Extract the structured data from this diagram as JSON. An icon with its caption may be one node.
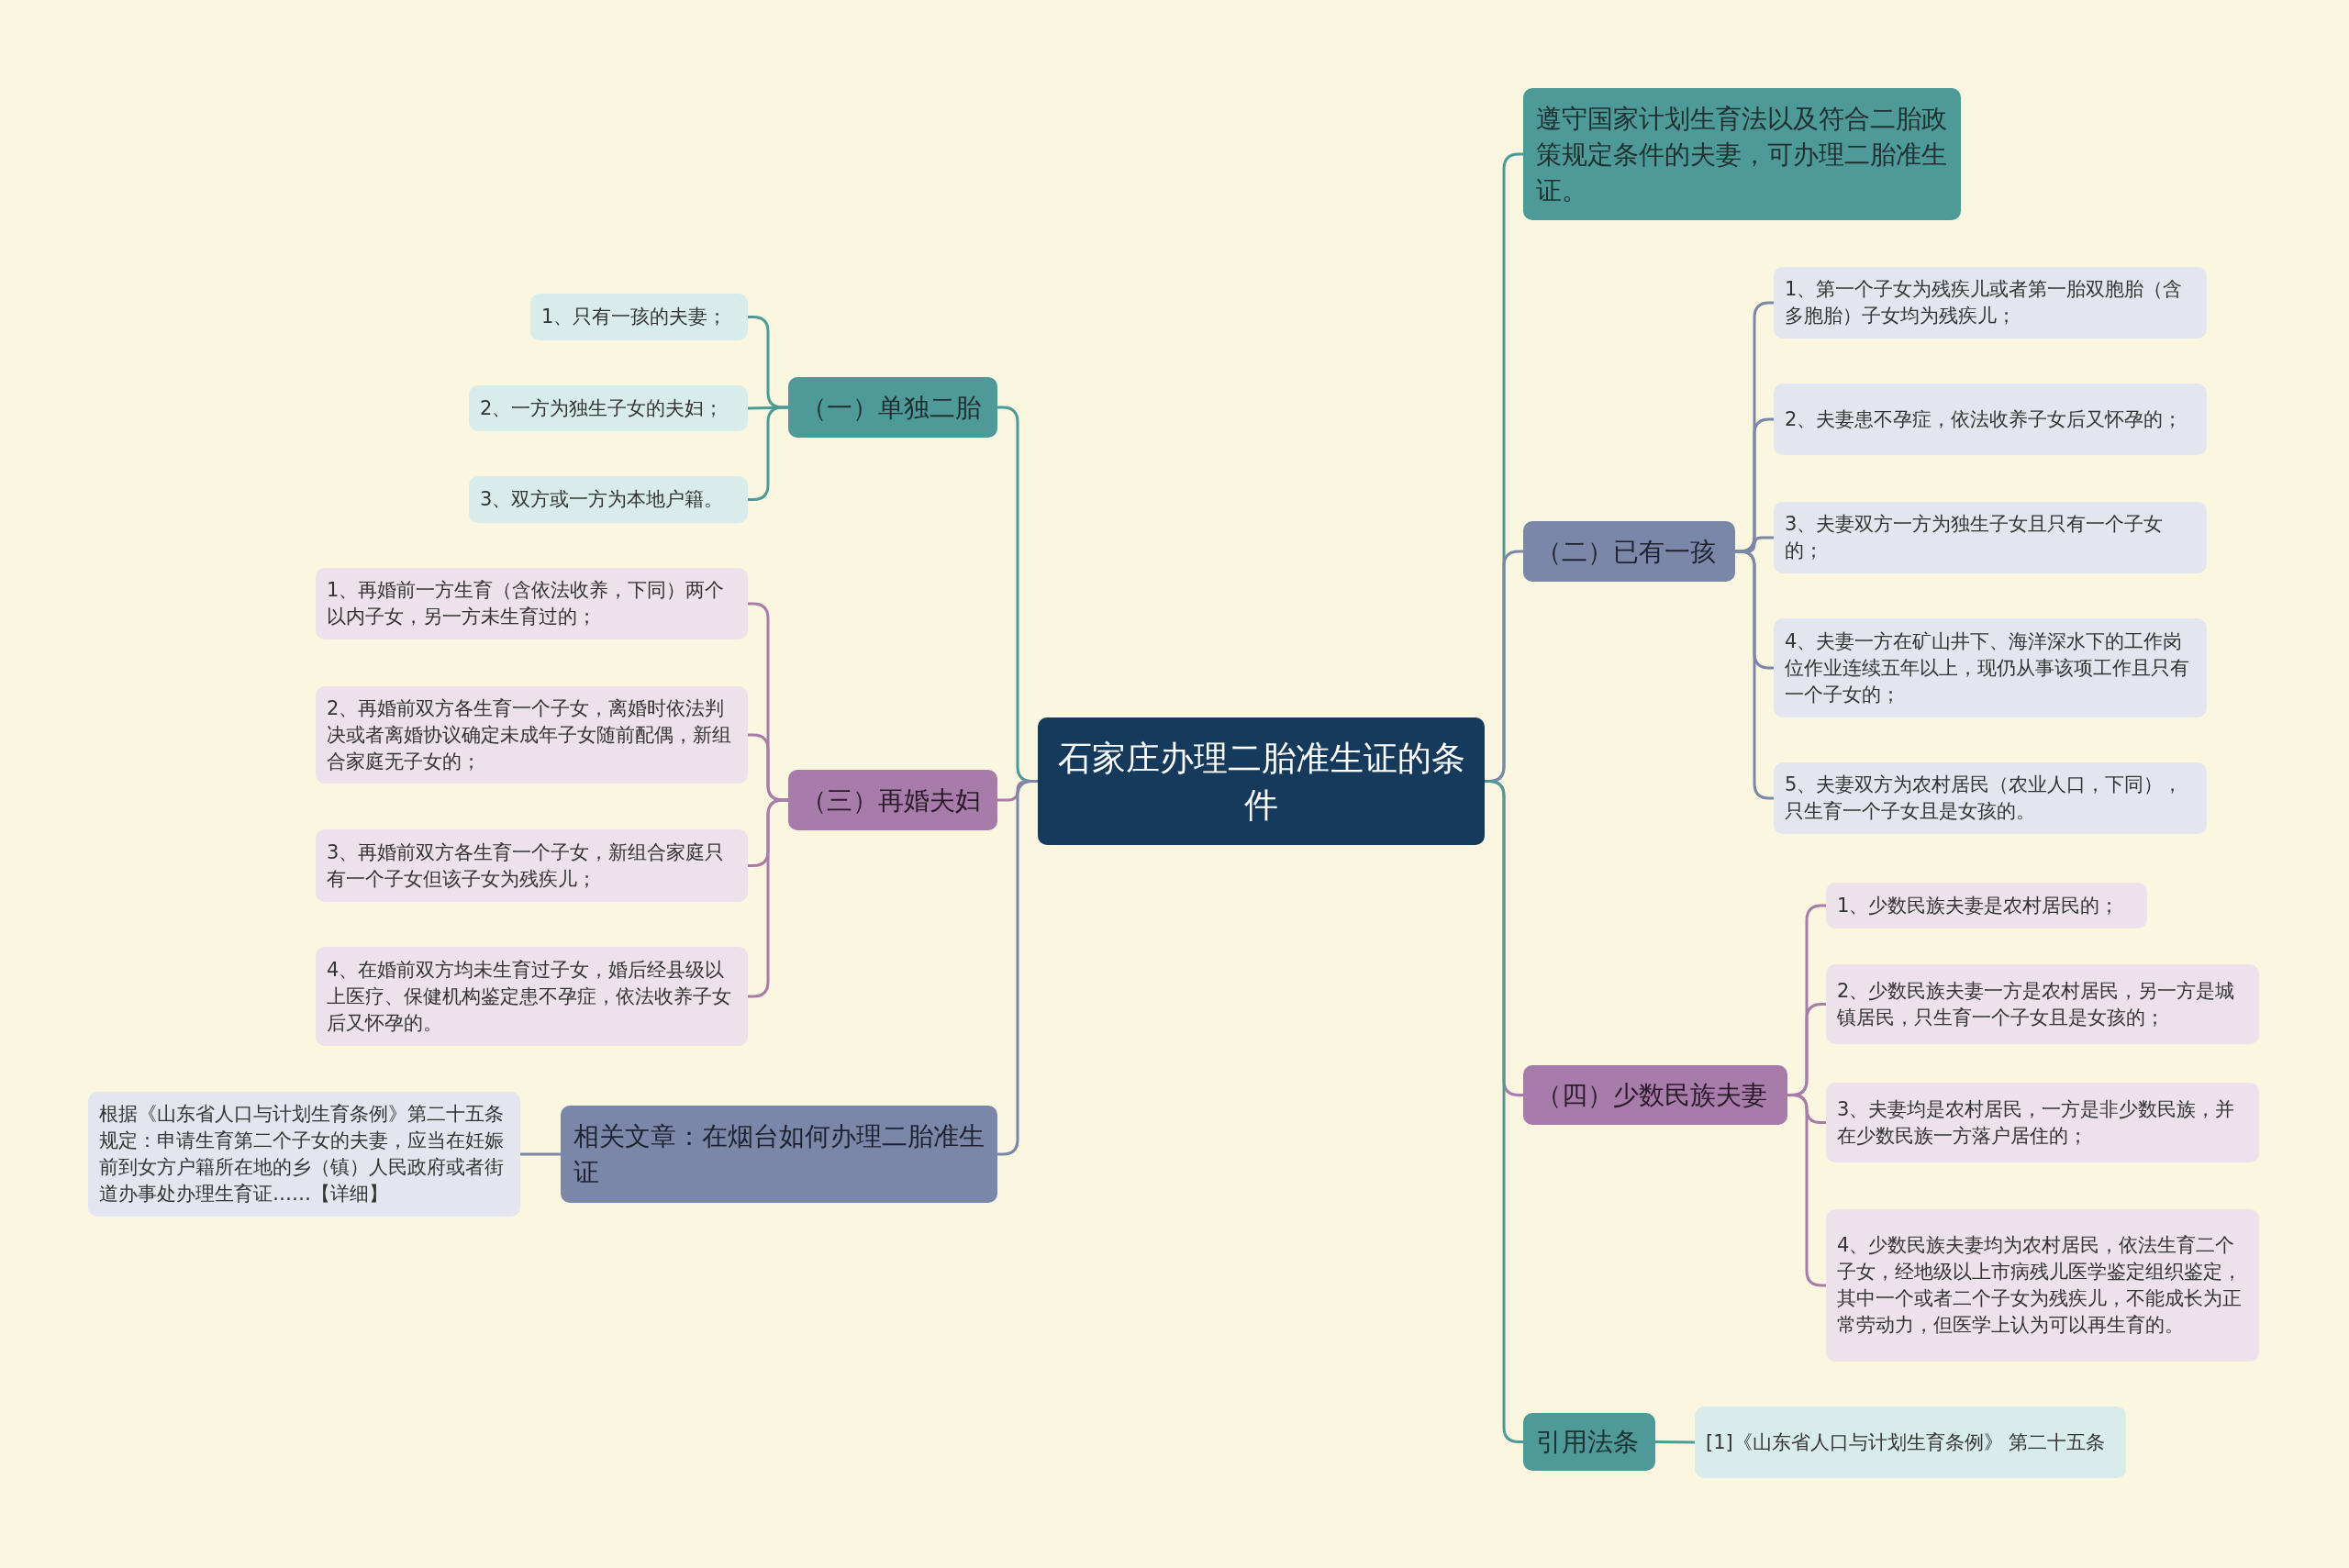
{
  "diagram": {
    "nodes": [
      {
        "text": [
          "石家庄办理二胎准生证的条件"
        ]
      },
      {
        "text": [
          "（一）单独二胎"
        ]
      },
      {
        "text": [
          "1、只有一孩的夫妻；"
        ]
      },
      {
        "text": [
          "2、一方为独生子女的夫妇；"
        ]
      },
      {
        "text": [
          "3、双方或一方为本地户籍。"
        ]
      },
      {
        "text": [
          "（三）再婚夫妇"
        ]
      },
      {
        "text": [
          "1、再婚前一方生育（含依法收养，下同）两个以内子女，另一方未生育过的；"
        ]
      },
      {
        "text": [
          "2、再婚前双方各生育一个子女，离婚时依法判决或者离婚协议确定未成年子女随前配偶，新组合家庭无子女的；"
        ]
      },
      {
        "text": [
          "3、再婚前双方各生育一个子女，新组合家庭只有一个子女但该子女为残疾儿；"
        ]
      },
      {
        "text": [
          "4、在婚前双方均未生育过子女，婚后经县级以上医疗、保健机构鉴定患不孕症，依法收养子女后又怀孕的。"
        ]
      },
      {
        "text": [
          "相关文章：在烟台如何办理二胎准生证"
        ]
      },
      {
        "text": [
          "根据《山东省人口与计划生育条例》第二十五条规定：申请生育第二个子女的夫妻，应当在妊娠前到女方户籍所在地的乡（镇）人民政府或者街道办事处办理生育证……【详细】"
        ]
      },
      {
        "text": [
          "遵守国家计划生育法以及符合二胎政策规定条件的夫妻，可办理二胎准生证。"
        ]
      },
      {
        "text": [
          "（二）已有一孩"
        ]
      },
      {
        "text": [
          "1、第一个子女为残疾儿或者第一胎双胞胎（含多胞胎）子女均为残疾儿；"
        ]
      },
      {
        "text": [
          "2、夫妻患不孕症，依法收养子女后又怀孕的；"
        ]
      },
      {
        "text": [
          "3、夫妻双方一方为独生子女且只有一个子女的；"
        ]
      },
      {
        "text": [
          "4、夫妻一方在矿山井下、海洋深水下的工作岗位作业连续五年以上，现仍从事该项工作且只有一个子女的；"
        ]
      },
      {
        "text": [
          "5、夫妻双方为农村居民（农业人口，下同），只生育一个子女且是女孩的。"
        ]
      },
      {
        "text": [
          "（四）少数民族夫妻"
        ]
      },
      {
        "text": [
          "1、少数民族夫妻是农村居民的；"
        ]
      },
      {
        "text": [
          "2、少数民族夫妻一方是农村居民，另一方是城镇居民，只生育一个子女且是女孩的；"
        ]
      },
      {
        "text": [
          "3、夫妻均是农村居民，一方是非少数民族，并在少数民族一方落户居住的；"
        ]
      },
      {
        "text": [
          "4、少数民族夫妻均为农村居民，依法生育二个子女，经地级以上市病残儿医学鉴定组织鉴定，其中一个或者二个子女为残疾儿，不能成长为正常劳动力，但医学上认为可以再生育的。"
        ]
      },
      {
        "text": [
          "引用法条"
        ]
      },
      {
        "text": [
          "[1]《山东省人口与计划生育条例》 第二十五条"
        ]
      }
    ],
    "edges": [
      {
        "from": 0,
        "to": 1,
        "arrow": "none",
        "color": "#4e9a98"
      },
      {
        "from": 1,
        "to": 2,
        "arrow": "none",
        "color": "#4e9a98"
      },
      {
        "from": 1,
        "to": 3,
        "arrow": "none",
        "color": "#4e9a98"
      },
      {
        "from": 1,
        "to": 4,
        "arrow": "none",
        "color": "#4e9a98"
      },
      {
        "from": 0,
        "to": 5,
        "arrow": "none",
        "color": "#a87caa"
      },
      {
        "from": 5,
        "to": 6,
        "arrow": "none",
        "color": "#a87caa"
      },
      {
        "from": 5,
        "to": 7,
        "arrow": "none",
        "color": "#a87caa"
      },
      {
        "from": 5,
        "to": 8,
        "arrow": "none",
        "color": "#a87caa"
      },
      {
        "from": 5,
        "to": 9,
        "arrow": "none",
        "color": "#a87caa"
      },
      {
        "from": 0,
        "to": 10,
        "arrow": "none",
        "color": "#7a87a8"
      },
      {
        "from": 10,
        "to": 11,
        "arrow": "none",
        "color": "#7a87a8"
      },
      {
        "from": 0,
        "to": 12,
        "arrow": "none",
        "color": "#4e9a98"
      },
      {
        "from": 0,
        "to": 13,
        "arrow": "none",
        "color": "#7a87a8"
      },
      {
        "from": 13,
        "to": 14,
        "arrow": "none",
        "color": "#7a87a8"
      },
      {
        "from": 13,
        "to": 15,
        "arrow": "none",
        "color": "#7a87a8"
      },
      {
        "from": 13,
        "to": 16,
        "arrow": "none",
        "color": "#7a87a8"
      },
      {
        "from": 13,
        "to": 17,
        "arrow": "none",
        "color": "#7a87a8"
      },
      {
        "from": 13,
        "to": 18,
        "arrow": "none",
        "color": "#7a87a8"
      },
      {
        "from": 0,
        "to": 19,
        "arrow": "none",
        "color": "#a87caa"
      },
      {
        "from": 19,
        "to": 20,
        "arrow": "none",
        "color": "#a87caa"
      },
      {
        "from": 19,
        "to": 21,
        "arrow": "none",
        "color": "#a87caa"
      },
      {
        "from": 19,
        "to": 22,
        "arrow": "none",
        "color": "#a87caa"
      },
      {
        "from": 19,
        "to": 23,
        "arrow": "none",
        "color": "#a87caa"
      },
      {
        "from": 0,
        "to": 24,
        "arrow": "none",
        "color": "#4e9a98"
      },
      {
        "from": 24,
        "to": 25,
        "arrow": "none",
        "color": "#4e9a98"
      }
    ]
  }
}
